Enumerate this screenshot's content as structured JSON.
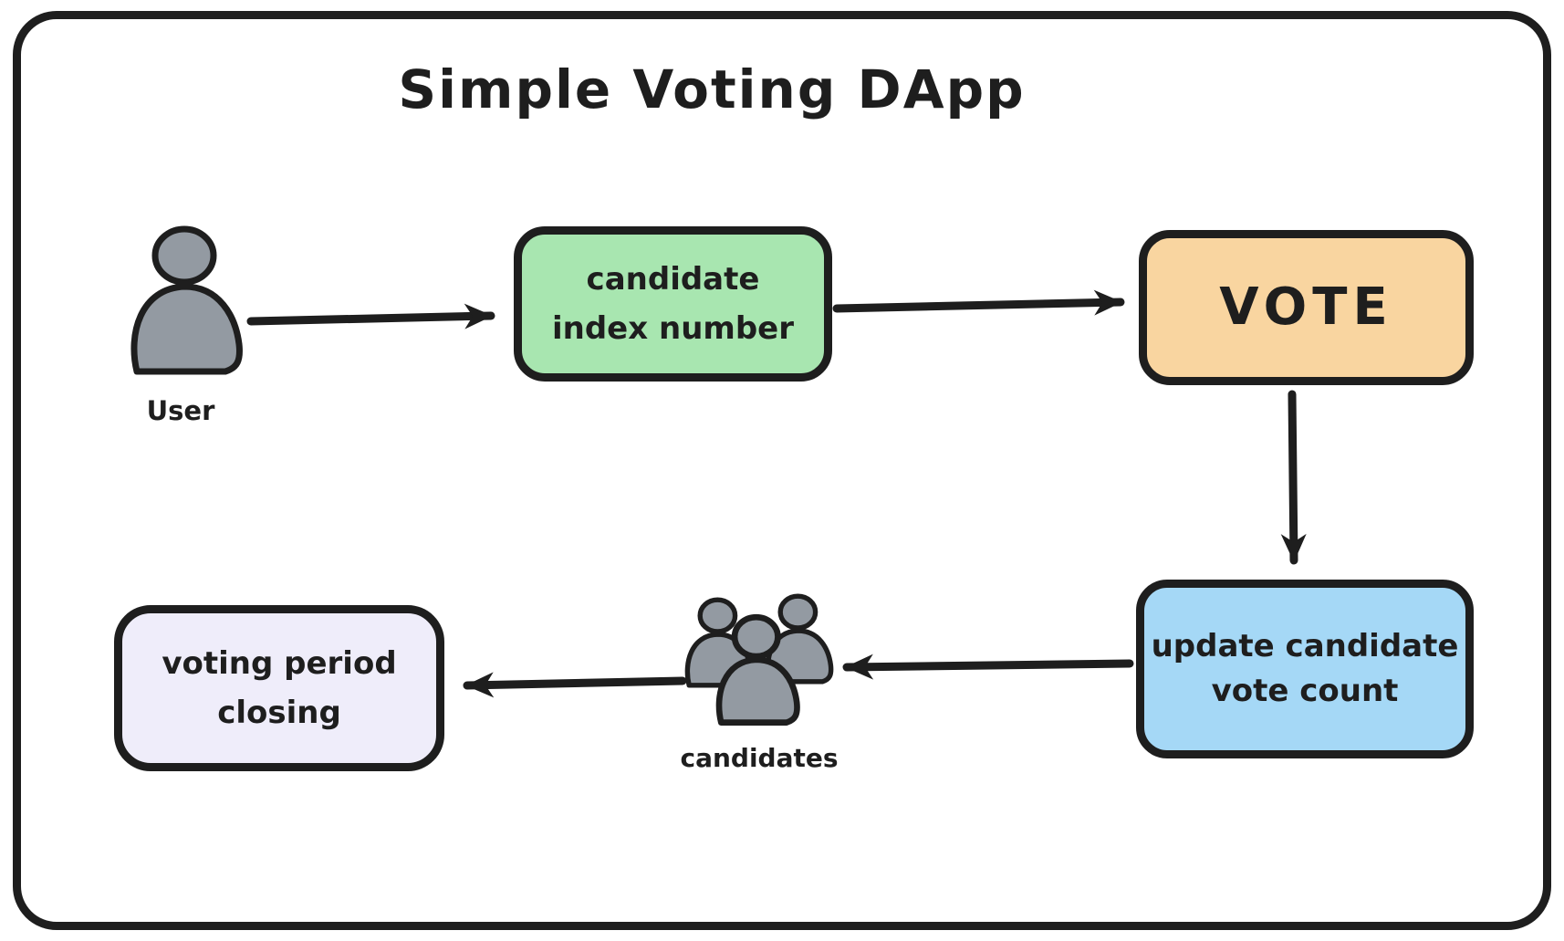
{
  "title": "Simple Voting DApp",
  "colors": {
    "ink": "#1e1e1e",
    "green": "#a8e6b0",
    "orange": "#f9d5a0",
    "blue": "#a5d8f6",
    "lavender": "#efedfa",
    "gray": "#939aa2",
    "paper": "#ffffff"
  },
  "nodes": {
    "user": {
      "label": "User",
      "icon": "person-icon"
    },
    "candidate_index": {
      "line1": "candidate",
      "line2": "index number",
      "fill": "green"
    },
    "vote": {
      "label": "VOTE",
      "fill": "orange"
    },
    "update_count": {
      "line1": "update candidate",
      "line2": "vote count",
      "fill": "blue"
    },
    "candidates": {
      "label": "candidates",
      "icon": "people-group-icon"
    },
    "voting_period": {
      "line1": "voting period",
      "line2": "closing",
      "fill": "lavender"
    }
  },
  "edges": [
    {
      "from": "user",
      "to": "candidate_index"
    },
    {
      "from": "candidate_index",
      "to": "vote"
    },
    {
      "from": "vote",
      "to": "update_count"
    },
    {
      "from": "update_count",
      "to": "candidates"
    },
    {
      "from": "candidates",
      "to": "voting_period"
    }
  ]
}
